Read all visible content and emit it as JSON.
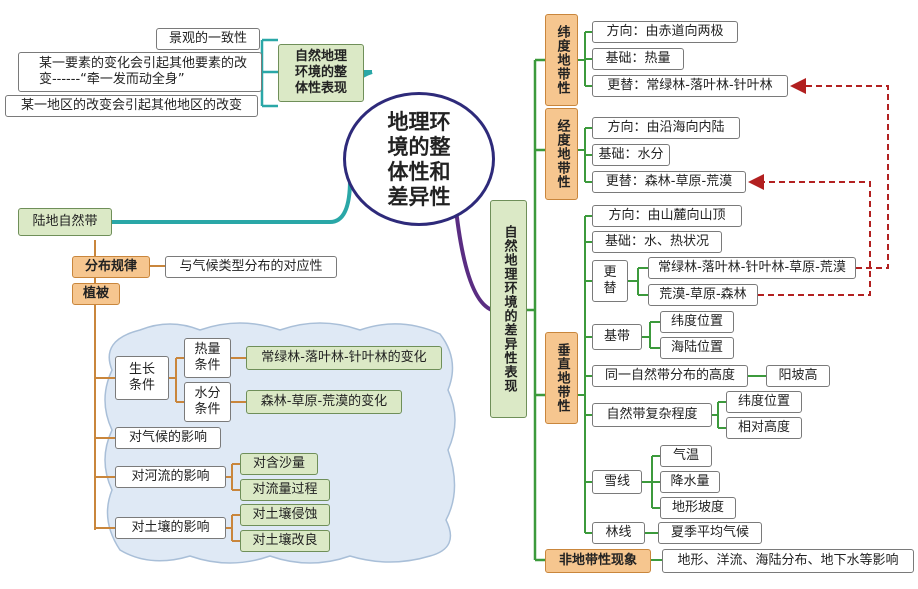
{
  "center": {
    "title": "地理环\n境的整\n体性和\n差异性"
  },
  "integrity": {
    "title": "自然地理\n环境的整\n体性表现",
    "items": [
      "景观的一致性",
      "某一要素的变化会引起其他要素的改\n变------“牵一发而动全身”",
      "某一地区的改变会引起其他地区的改变"
    ]
  },
  "land": {
    "title": "陆地自然带",
    "distribution": {
      "label": "分布规律",
      "value": "与气候类型分布的对应性"
    },
    "vegetation": {
      "label": "植被",
      "growth": "生长\n条件",
      "heat": "热量\n条件",
      "heat_change": "常绿林-落叶林-针叶林的变化",
      "water": "水分\n条件",
      "water_change": "森林-草原-荒漠的变化",
      "climate": "对气候的影响",
      "river": "对河流的影响",
      "sediment": "对含沙量",
      "flow": "对流量过程",
      "soil": "对土壤的影响",
      "erosion": "对土壤侵蚀",
      "improve": "对土壤改良"
    }
  },
  "difference": {
    "title": "自然地理环境的差异性表现",
    "latitudinal": {
      "label": "纬度地带性",
      "items": [
        "方向：由赤道向两极",
        "基础：热量",
        "更替：常绿林-落叶林-针叶林"
      ]
    },
    "longitudinal": {
      "label": "经度地带性",
      "items": [
        "方向：由沿海向内陆",
        "基础：水分",
        "更替：森林-草原-荒漠"
      ]
    },
    "vertical": {
      "label": "垂直地带性",
      "direction": "方向：由山麓向山顶",
      "basis": "基础：水、热状况",
      "succession": "更\n替",
      "succession_items": [
        "常绿林-落叶林-针叶林-草原-荒漠",
        "荒漠-草原-森林"
      ],
      "base_belt": "基带",
      "base_items": [
        "纬度位置",
        "海陆位置"
      ],
      "height": "同一自然带分布的高度",
      "height_item": "阳坡高",
      "complexity": "自然带复杂程度",
      "complexity_items": [
        "纬度位置",
        "相对高度"
      ],
      "snowline": "雪线",
      "snowline_items": [
        "气温",
        "降水量",
        "地形坡度"
      ],
      "treeline": "林线",
      "treeline_item": "夏季平均气候"
    },
    "azonal": {
      "label": "非地带性现象",
      "value": "地形、洋流、海陆分布、地下水等影响"
    }
  },
  "colors": {
    "teal": "#2aa7a7",
    "purple": "#5a2d82",
    "green": "#3c9a3c",
    "orange": "#c9863c",
    "arrow": "#b22020"
  }
}
